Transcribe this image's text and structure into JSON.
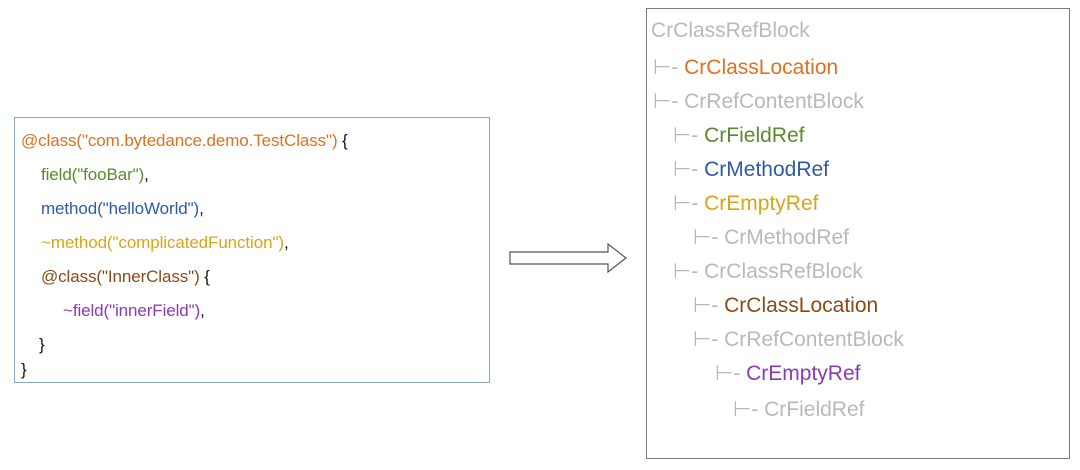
{
  "code": {
    "lines": [
      {
        "text": "@class(\"com.bytedance.demo.TestClass\")",
        "suffix": " {",
        "color": "#e0701f"
      },
      {
        "text": "field(\"fooBar\")",
        "suffix": ",",
        "color": "#5a8a2e"
      },
      {
        "text": "method(\"helloWorld\")",
        "suffix": ",",
        "color": "#2f5aa8"
      },
      {
        "text": "~method(\"complicatedFunction\")",
        "suffix": ",",
        "color": "#d9a516"
      },
      {
        "text": "@class(\"InnerClass\")",
        "suffix": " {",
        "color": "#8a4a16"
      },
      {
        "text": "~field(\"innerField\")",
        "suffix": ",",
        "color": "#8a3ab9"
      },
      {
        "text": "}",
        "suffix": "",
        "color": "#111111"
      },
      {
        "text": "}",
        "suffix": "",
        "color": "#111111"
      }
    ]
  },
  "tree": {
    "branch_glyph": "⊢- ",
    "nodes": [
      {
        "label": "CrClassRefBlock",
        "color": "#b9b9b9"
      },
      {
        "label": "CrClassLocation",
        "color": "#e0701f"
      },
      {
        "label": "CrRefContentBlock",
        "color": "#b9b9b9"
      },
      {
        "label": "CrFieldRef",
        "color": "#5a8a2e"
      },
      {
        "label": "CrMethodRef",
        "color": "#2f5aa8"
      },
      {
        "label": "CrEmptyRef",
        "color": "#d9a516"
      },
      {
        "label": "CrMethodRef",
        "color": "#b9b9b9"
      },
      {
        "label": "CrClassRefBlock",
        "color": "#b9b9b9"
      },
      {
        "label": "CrClassLocation",
        "color": "#8a4a16"
      },
      {
        "label": "CrRefContentBlock",
        "color": "#b9b9b9"
      },
      {
        "label": "CrEmptyRef",
        "color": "#8a3ab9"
      },
      {
        "label": "CrFieldRef",
        "color": "#b9b9b9"
      }
    ]
  }
}
